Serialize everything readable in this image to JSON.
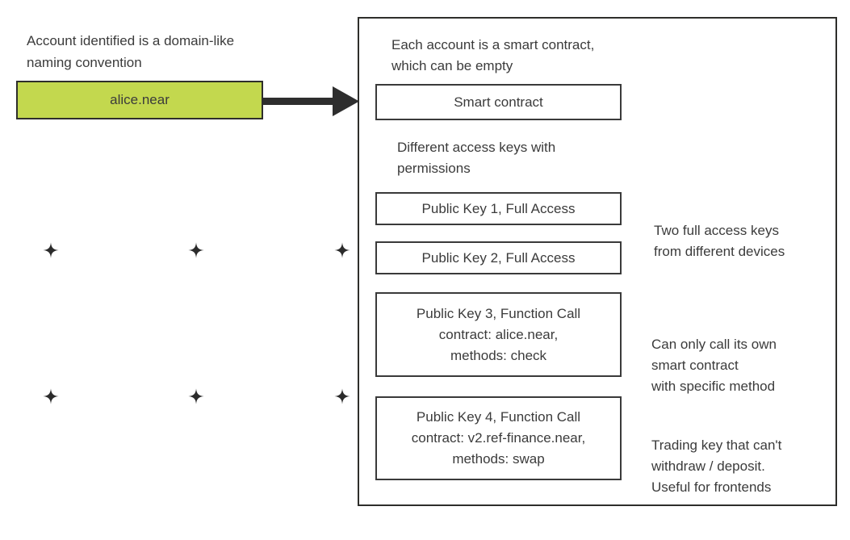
{
  "colors": {
    "account-green": "#c3d84e",
    "border-dark": "#2e2e2b",
    "box-border": "#3a3a3a",
    "ink": "#3b3b3b",
    "arrow-color": "#2e2e2e"
  },
  "left_panel": {
    "note": "Account identified is a domain-like\nnaming convention",
    "account_label": "alice.near"
  },
  "icons": {
    "arrow": "arrow-right-icon",
    "plus_marker": "plus-sparkle-icon"
  },
  "diagram": {
    "note_smart_contract": "Each account is a smart contract,\nwhich can be empty",
    "smart_contract_box": "Smart contract",
    "note_access_keys": "Different access keys with\npermissions",
    "key_boxes": [
      {
        "label": "Public Key 1, Full Access"
      },
      {
        "label": "Public Key 2, Full Access"
      },
      {
        "label": "Public Key 3, Function Call\ncontract: alice.near,\nmethods: check"
      },
      {
        "label": "Public Key 4, Function Call\ncontract: v2.ref-finance.near,\nmethods: swap"
      }
    ],
    "annotations": [
      {
        "text": "Two full access keys\nfrom different devices"
      },
      {
        "text": "Can only call its own\nsmart contract\nwith specific method"
      },
      {
        "text": "Trading key that can't\nwithdraw / deposit.\nUseful for frontends"
      }
    ]
  }
}
